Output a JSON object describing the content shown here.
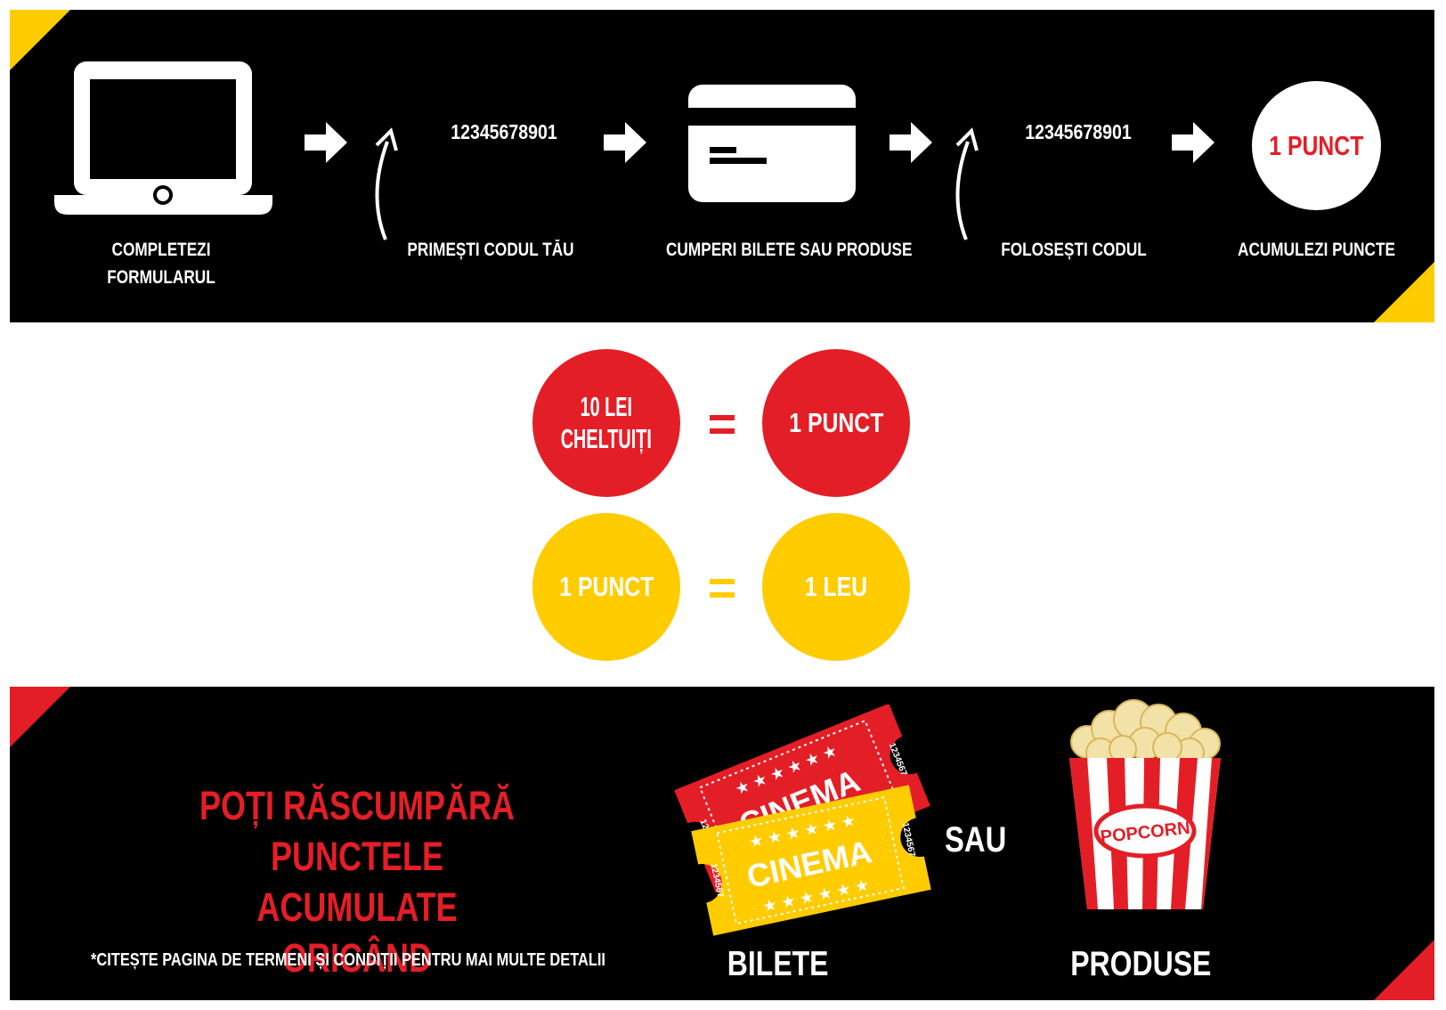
{
  "colors": {
    "red": "#e41e26",
    "yellow": "#ffcc00",
    "black": "#000000",
    "white": "#ffffff"
  },
  "steps": [
    {
      "label_lines": [
        "COMPLETEZI",
        "FORMULARUL"
      ],
      "icon": "laptop-icon"
    },
    {
      "label_lines": [
        "PRIMEȘTI CODUL TĂU"
      ],
      "code": "12345678901"
    },
    {
      "label_lines": [
        "CUMPERI BILETE SAU PRODUSE"
      ],
      "icon": "credit-card-icon"
    },
    {
      "label_lines": [
        "FOLOSEȘTI CODUL"
      ],
      "code": "12345678901"
    },
    {
      "label_lines": [
        "ACUMULEZI PUNCTE"
      ],
      "badge": "1 PUNCT"
    }
  ],
  "equations": [
    {
      "left_lines": [
        "10 LEI",
        "CHELTUIȚI"
      ],
      "right": "1 PUNCT",
      "color": "#e41e26"
    },
    {
      "left_lines": [
        "1 PUNCT"
      ],
      "right": "1 LEU",
      "color": "#ffcc00"
    }
  ],
  "redeem": {
    "lines": [
      "POȚI RĂSCUMPĂRĂ",
      "PUNCTELE ACUMULATE",
      "ORICÂND"
    ],
    "terms": "*CITEȘTE PAGINA DE TERMENI ȘI CONDIȚII PENTRU MAI MULTE DETALII",
    "tickets_label": "BILETE",
    "or_label": "SAU",
    "products_label": "PRODUSE",
    "ticket_word": "CINEMA",
    "ticket_number": "1234567",
    "popcorn_word": "POPCORN"
  }
}
